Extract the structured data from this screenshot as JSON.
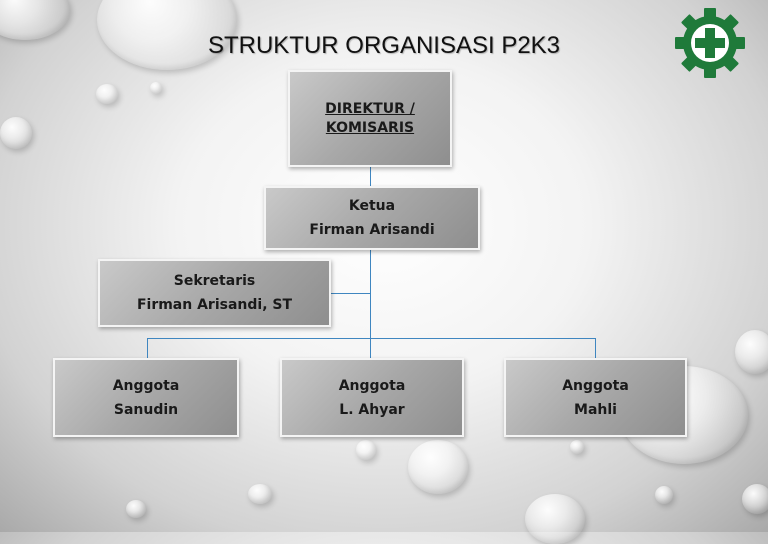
{
  "title": "STRUKTUR ORGANISASI P2K3",
  "colors": {
    "logo_green": "#1f7a3a",
    "connector": "#3f86c0"
  },
  "logo": {
    "icon": "k3-safety-cross-gear-icon"
  },
  "org": {
    "direktur": {
      "line1": "DIREKTUR /",
      "line2": "KOMISARIS"
    },
    "ketua": {
      "role": "Ketua",
      "name": "Firman Arisandi"
    },
    "sekretaris": {
      "role": "Sekretaris",
      "name": "Firman Arisandi, ST"
    },
    "anggota": [
      {
        "role": "Anggota",
        "name": "Sanudin"
      },
      {
        "role": "Anggota",
        "name": "L. Ahyar"
      },
      {
        "role": "Anggota",
        "name": "Mahli"
      }
    ]
  }
}
